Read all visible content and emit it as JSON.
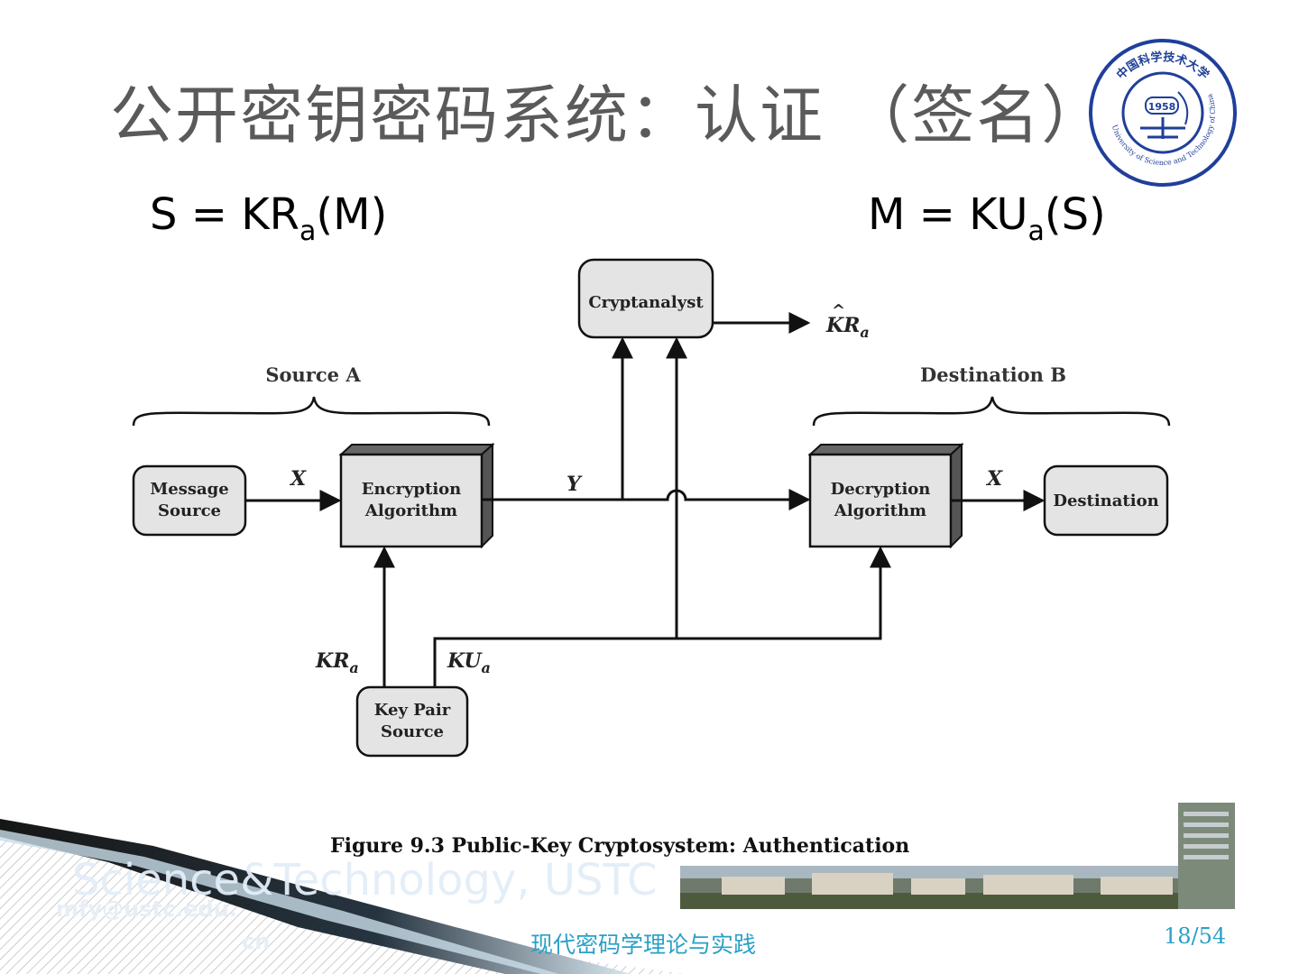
{
  "title": "公开密钥密码系统：认证 （签名）",
  "formulas": {
    "left": {
      "lhs": "S = KR",
      "sub": "a",
      "rhs": "(M)"
    },
    "right": {
      "lhs": "M = KU",
      "sub": "a",
      "rhs": "(S)"
    }
  },
  "logo": {
    "year": "1958",
    "ring_text": "University of Science and Technology of China",
    "chinese": "中国科学技术大学"
  },
  "diagram": {
    "groups": {
      "source": "Source A",
      "destination": "Destination B"
    },
    "boxes": {
      "message_source": [
        "Message",
        "Source"
      ],
      "encryption": [
        "Encryption",
        "Algorithm"
      ],
      "decryption": [
        "Decryption",
        "Algorithm"
      ],
      "destination": "Destination",
      "cryptanalyst": "Cryptanalyst",
      "key_pair": [
        "Key Pair",
        "Source"
      ]
    },
    "labels": {
      "x_in": "X",
      "y": "Y",
      "x_out": "X",
      "kra_main": "KR",
      "kra_sub": "a",
      "kua_main": "KU",
      "kua_sub": "a",
      "estimate_main": "KR",
      "estimate_hat": "^",
      "estimate_sub": "a"
    }
  },
  "caption": "Figure 9.3  Public-Key Cryptosystem: Authentication",
  "footer": {
    "watermark": "Science&Technology, USTC",
    "email_line1": "mfy@ustc.edu.",
    "email_line2": "cn",
    "course": "现代密码学理论与实践",
    "page": "18/54"
  },
  "colors": {
    "accent": "#2aa0c8",
    "logo_blue": "#1f3f9a",
    "title": "#5a5a5a"
  }
}
